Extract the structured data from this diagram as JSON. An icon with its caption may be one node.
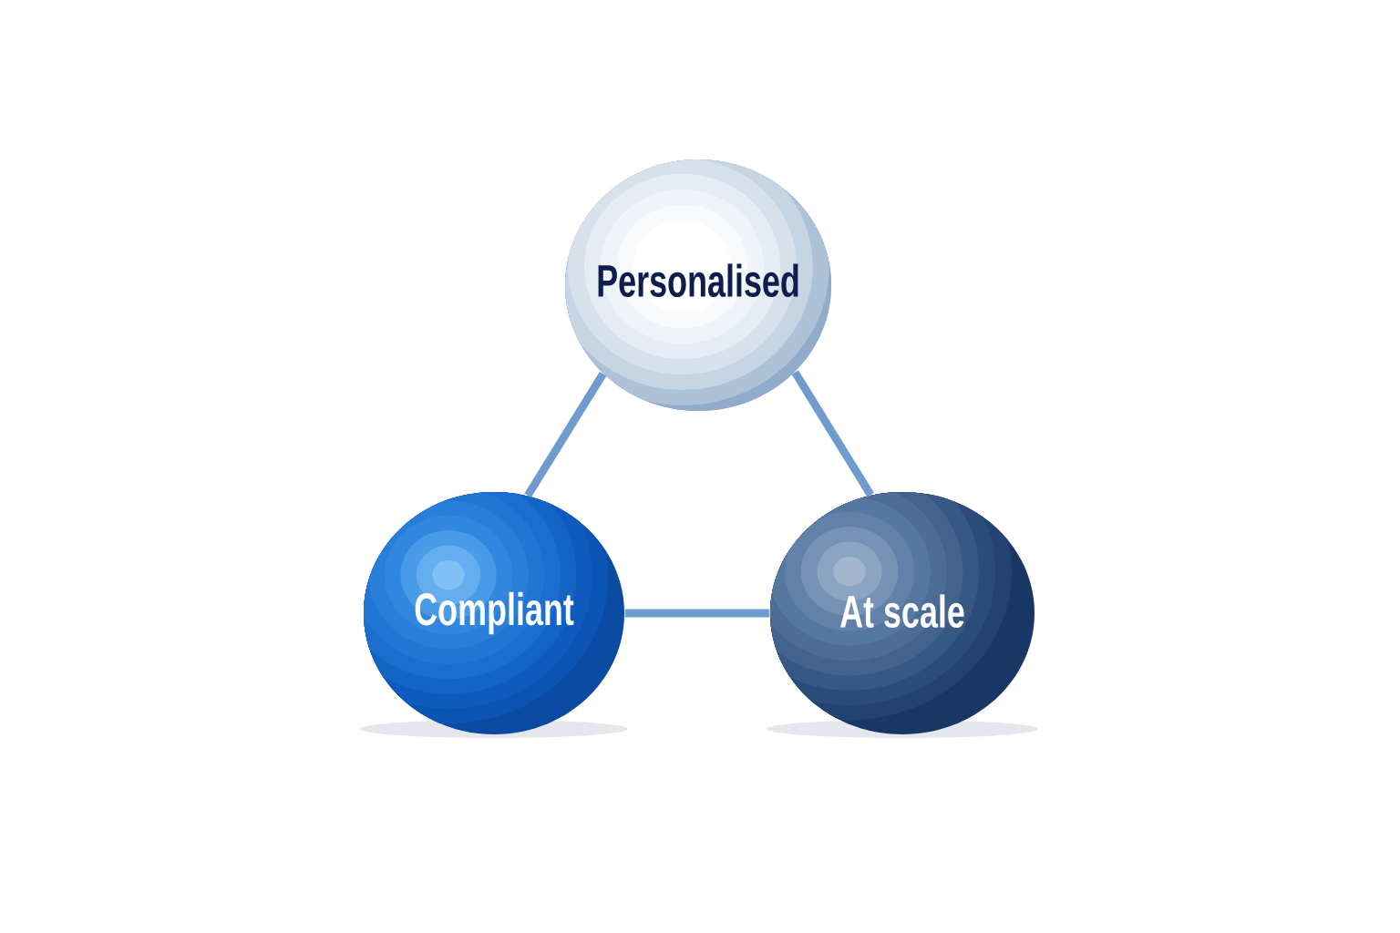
{
  "diagram": {
    "nodes": [
      {
        "text": [
          "Personalised"
        ]
      },
      {
        "text": [
          "Compliant"
        ]
      },
      {
        "text": [
          "At scale"
        ]
      }
    ],
    "edges": [
      {
        "from": 0,
        "to": 1,
        "arrow": "none"
      },
      {
        "from": 0,
        "to": 2,
        "arrow": "none"
      },
      {
        "from": 1,
        "to": 2,
        "arrow": "none"
      }
    ]
  }
}
